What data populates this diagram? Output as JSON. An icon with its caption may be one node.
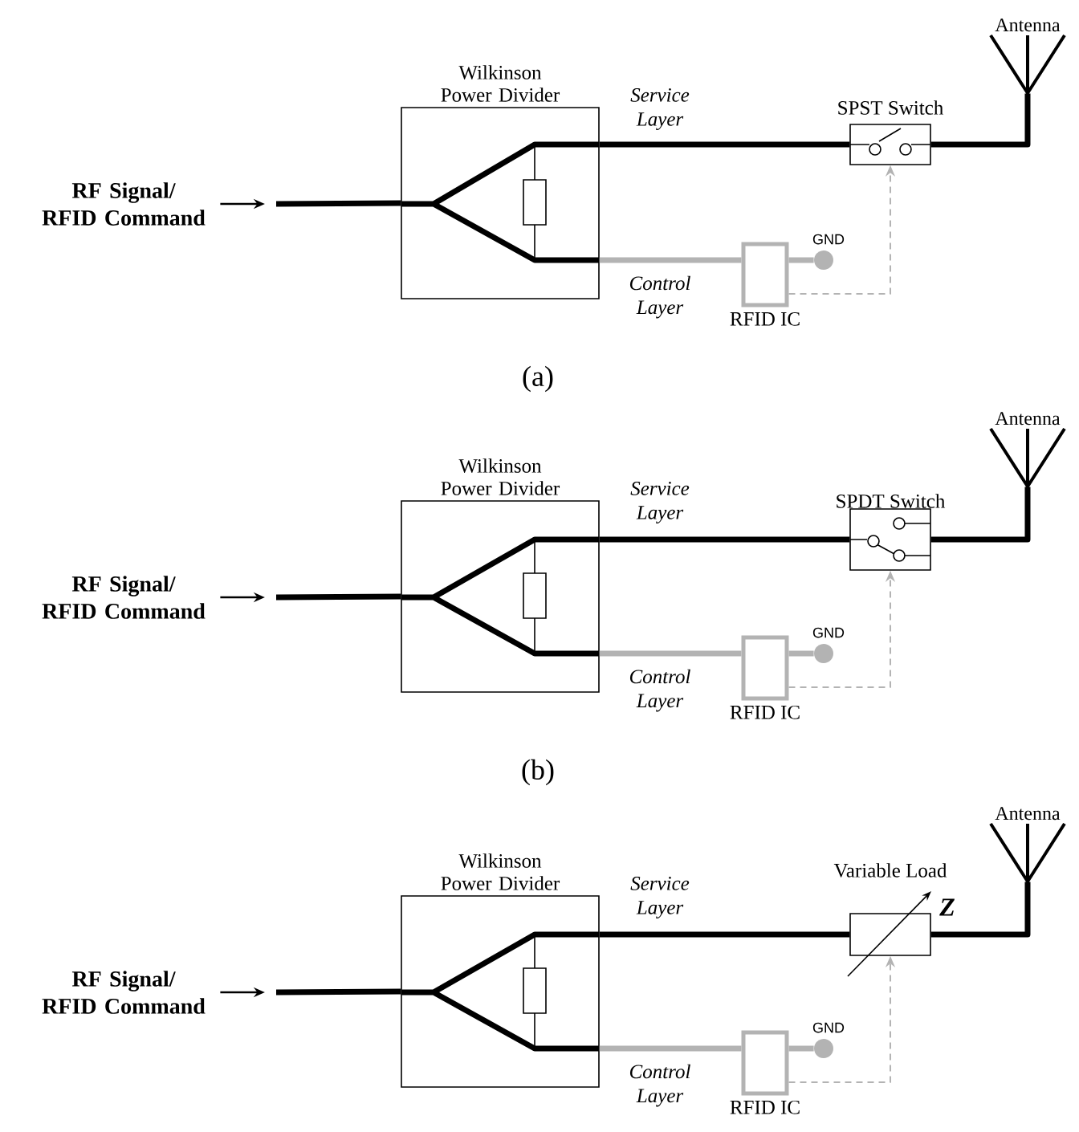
{
  "diagram": {
    "nodes": [
      {
        "text": [
          "RF Signal/ RFID Command"
        ]
      },
      {
        "text": [
          "Wilkinson Power Divider"
        ]
      },
      {
        "text": [
          "SPST Switch"
        ]
      },
      {
        "text": [
          "RFID IC"
        ]
      },
      {
        "text": [],
        "shape": "circle",
        "beside": [
          "GND"
        ]
      },
      {
        "text": [
          "Antenna"
        ]
      },
      {
        "text": [
          "RF Signal/ RFID Command"
        ]
      },
      {
        "text": [
          "Wilkinson Power Divider"
        ]
      },
      {
        "text": [
          "SPDT Switch"
        ]
      },
      {
        "text": [
          "RFID IC"
        ]
      },
      {
        "text": [],
        "shape": "circle",
        "beside": [
          "GND"
        ]
      },
      {
        "text": [
          "Antenna"
        ]
      },
      {
        "text": [
          "RF Signal/ RFID Command"
        ]
      },
      {
        "text": [
          "Wilkinson Power Divider"
        ]
      },
      {
        "text": [
          "Variable Load",
          "Z"
        ]
      },
      {
        "text": [
          "RFID IC"
        ]
      },
      {
        "text": [],
        "shape": "circle",
        "beside": [
          "GND"
        ]
      },
      {
        "text": [
          "Antenna"
        ]
      }
    ],
    "edges": [
      {
        "from": 0,
        "to": null,
        "arrow": "to"
      },
      {
        "from": null,
        "to": 1,
        "arrow": "none"
      },
      {
        "from": 1,
        "to": 2,
        "arrow": "none",
        "label": "Service Layer"
      },
      {
        "from": 2,
        "to": 5,
        "arrow": "none"
      },
      {
        "from": 1,
        "to": 3,
        "arrow": "none",
        "color": "#b3b3b3",
        "label": "Control Layer"
      },
      {
        "from": 3,
        "to": 4,
        "arrow": "none",
        "color": "#b3b3b3"
      },
      {
        "from": 3,
        "to": 2,
        "arrow": "to",
        "style": "dashed",
        "color": "#b3b3b3"
      },
      {
        "from": 6,
        "to": null,
        "arrow": "to"
      },
      {
        "from": null,
        "to": 7,
        "arrow": "none"
      },
      {
        "from": 7,
        "to": 8,
        "arrow": "none",
        "label": "Service Layer"
      },
      {
        "from": 8,
        "to": 11,
        "arrow": "none"
      },
      {
        "from": 7,
        "to": 9,
        "arrow": "none",
        "color": "#b3b3b3",
        "label": "Control Layer"
      },
      {
        "from": 9,
        "to": 10,
        "arrow": "none",
        "color": "#b3b3b3"
      },
      {
        "from": 9,
        "to": 8,
        "arrow": "to",
        "style": "dashed",
        "color": "#b3b3b3"
      },
      {
        "from": 12,
        "to": null,
        "arrow": "to"
      },
      {
        "from": null,
        "to": 13,
        "arrow": "none"
      },
      {
        "from": 13,
        "to": 14,
        "arrow": "none",
        "label": "Service Layer"
      },
      {
        "from": 14,
        "to": 17,
        "arrow": "none"
      },
      {
        "from": 13,
        "to": 15,
        "arrow": "none",
        "color": "#b3b3b3",
        "label": "Control Layer"
      },
      {
        "from": 15,
        "to": 16,
        "arrow": "none",
        "color": "#b3b3b3"
      },
      {
        "from": 15,
        "to": 14,
        "arrow": "to",
        "style": "dashed",
        "color": "#b3b3b3"
      }
    ],
    "labels": [
      "(a)",
      "(b)"
    ]
  }
}
